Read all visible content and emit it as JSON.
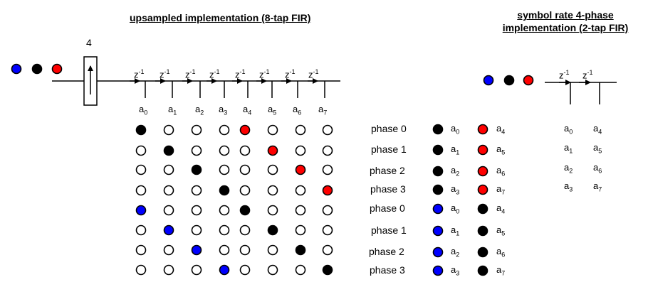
{
  "titles": {
    "upsampled": "upsampled implementation (8-tap FIR)",
    "symbol_line1": "symbol rate 4-phase",
    "symbol_line2": "implementation (2-tap FIR)"
  },
  "upsample_factor": "4",
  "delay_label": {
    "base": "z",
    "exp": "-1"
  },
  "coef_letter": "a",
  "colors": {
    "blue": "#0000ff",
    "black": "#000000",
    "red": "#ff0000",
    "white": "#ffffff"
  },
  "input_symbols": [
    "blue",
    "black",
    "red"
  ],
  "upsampled_coefs": [
    "0",
    "1",
    "2",
    "3",
    "4",
    "5",
    "6",
    "7"
  ],
  "grid": [
    [
      "black",
      "white",
      "white",
      "white",
      "red",
      "white",
      "white",
      "white"
    ],
    [
      "white",
      "black",
      "white",
      "white",
      "white",
      "red",
      "white",
      "white"
    ],
    [
      "white",
      "white",
      "black",
      "white",
      "white",
      "white",
      "red",
      "white"
    ],
    [
      "white",
      "white",
      "white",
      "black",
      "white",
      "white",
      "white",
      "red"
    ],
    [
      "blue",
      "white",
      "white",
      "white",
      "black",
      "white",
      "white",
      "white"
    ],
    [
      "white",
      "blue",
      "white",
      "white",
      "white",
      "black",
      "white",
      "white"
    ],
    [
      "white",
      "white",
      "blue",
      "white",
      "white",
      "white",
      "black",
      "white"
    ],
    [
      "white",
      "white",
      "white",
      "blue",
      "white",
      "white",
      "white",
      "black"
    ]
  ],
  "phases": [
    {
      "label": "phase 0",
      "c1": "black",
      "a1": "0",
      "c2": "red",
      "a2": "4"
    },
    {
      "label": "phase 1",
      "c1": "black",
      "a1": "1",
      "c2": "red",
      "a2": "5"
    },
    {
      "label": "phase 2",
      "c1": "black",
      "a1": "2",
      "c2": "red",
      "a2": "6"
    },
    {
      "label": "phase 3",
      "c1": "black",
      "a1": "3",
      "c2": "red",
      "a2": "7"
    },
    {
      "label": "phase 0",
      "c1": "blue",
      "a1": "0",
      "c2": "black",
      "a2": "4"
    },
    {
      "label": "phase 1",
      "c1": "blue",
      "a1": "1",
      "c2": "black",
      "a2": "5"
    },
    {
      "label": "phase 2",
      "c1": "blue",
      "a1": "2",
      "c2": "black",
      "a2": "6"
    },
    {
      "label": "phase 3",
      "c1": "blue",
      "a1": "3",
      "c2": "black",
      "a2": "7"
    }
  ],
  "symbol_symbols": [
    "blue",
    "black",
    "red"
  ],
  "symbol_coefs": [
    {
      "left": "0",
      "right": "4"
    },
    {
      "left": "1",
      "right": "5"
    },
    {
      "left": "2",
      "right": "6"
    },
    {
      "left": "3",
      "right": "7"
    }
  ]
}
